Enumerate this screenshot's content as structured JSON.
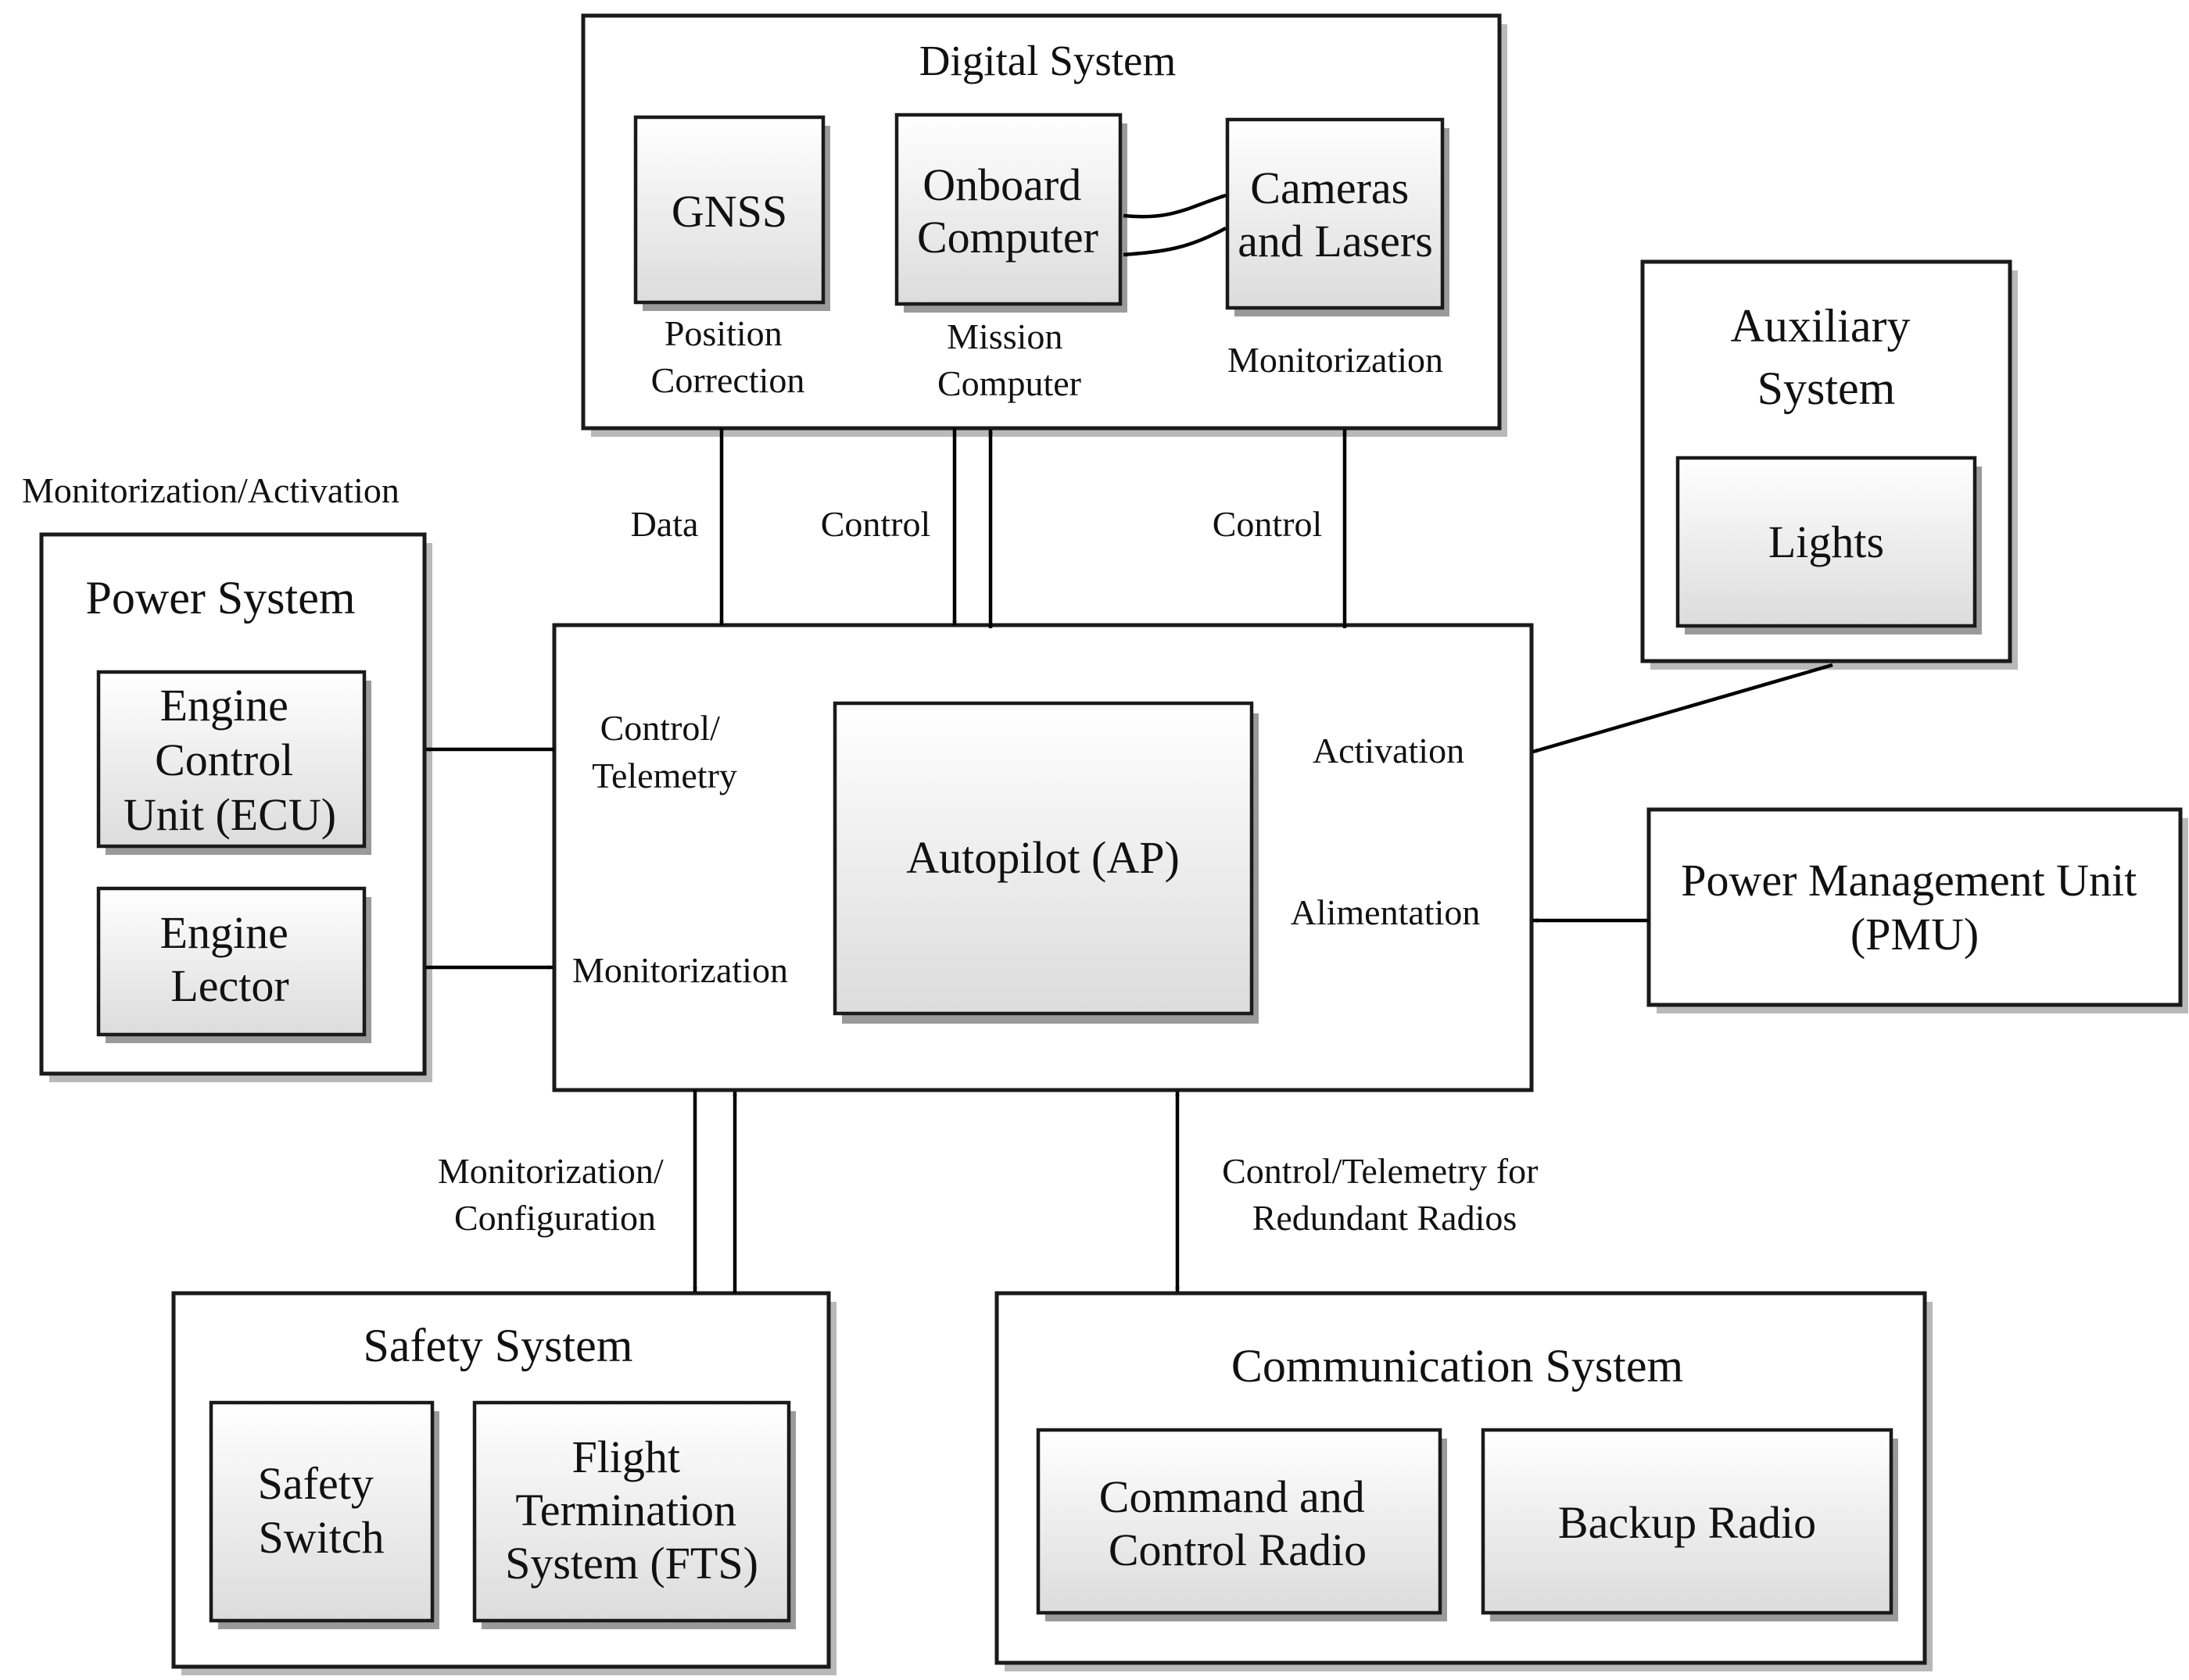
{
  "digital_system": {
    "title": "Digital System",
    "gnss": "GNSS",
    "gnss_caption": [
      "Position",
      "Correction"
    ],
    "onboard": [
      "Onboard",
      "Computer"
    ],
    "onboard_caption": [
      "Mission",
      "Computer"
    ],
    "cameras": [
      "Cameras",
      "and Lasers"
    ],
    "cameras_caption": "Monitorization"
  },
  "auxiliary_system": {
    "title": [
      "Auxiliary",
      "System"
    ],
    "lights": "Lights"
  },
  "power_system": {
    "top_label": "Monitorization/Activation",
    "title": "Power System",
    "ecu": [
      "Engine",
      "Control",
      "Unit (ECU)"
    ],
    "lector": [
      "Engine",
      "Lector"
    ]
  },
  "autopilot": {
    "label": "Autopilot (AP)",
    "left_labels": {
      "control_telemetry": [
        "Control/",
        "Telemetry"
      ],
      "monitorization": "Monitorization"
    },
    "right_labels": {
      "activation": "Activation",
      "alimentation": "Alimentation"
    }
  },
  "pmu": [
    "Power Management Unit",
    "(PMU)"
  ],
  "links": {
    "data": "Data",
    "control_mission": "Control",
    "control_cameras": "Control",
    "monitorization_configuration": [
      "Monitorization/",
      "Configuration"
    ],
    "radios": [
      "Control/Telemetry for",
      "Redundant Radios"
    ]
  },
  "safety_system": {
    "title": "Safety System",
    "switch": [
      "Safety",
      "Switch"
    ],
    "fts": [
      "Flight",
      "Termination",
      "System (FTS)"
    ]
  },
  "communication_system": {
    "title": "Communication System",
    "command_radio": [
      "Command and",
      "Control Radio"
    ],
    "backup_radio": "Backup Radio"
  }
}
